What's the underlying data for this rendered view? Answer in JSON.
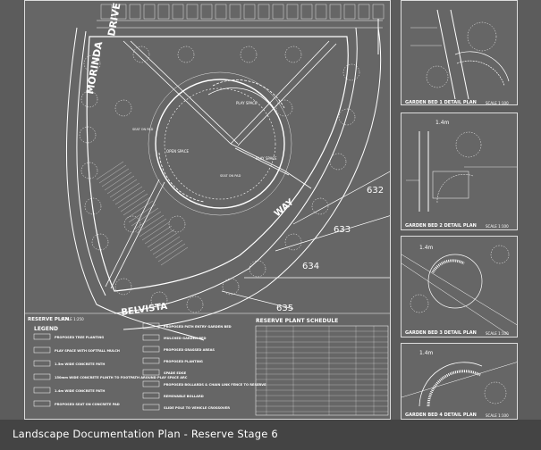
{
  "main_plan": {
    "streets": {
      "morinda": "MORINDA",
      "drive": "DRIVE",
      "way": "WAY",
      "belvista": "BELVISTA"
    },
    "areas": {
      "open_space": "OPEN SPACE",
      "play_space_1": "PLAY SPACE",
      "play_space_2": "PLAY SPACE",
      "seat_on_pad_1": "SEAT ON PAD",
      "seat_on_pad_2": "SEAT ON PAD"
    },
    "lots": [
      "632",
      "633",
      "634",
      "635"
    ],
    "plan_title": "RESERVE PLAN",
    "plan_scale": "SCALE 1:250"
  },
  "legend": {
    "title": "LEGEND",
    "col1": [
      "PROPOSED TREE PLANTING",
      "PLAY SPACE WITH SOFTFALL MULCH",
      "1.5m WIDE CONCRETE PATH",
      "150mm WIDE CONCRETE PLINTH TO FOOTPATH AROUND PLAY SPACE ARC",
      "1.4m WIDE CONCRETE PATH",
      "PROPOSED SEAT ON CONCRETE PAD"
    ],
    "col2": [
      "PROPOSED PATH ENTRY GARDEN BED",
      "MULCHED GARDEN BED",
      "PROPOSED GRASSED AREAS",
      "PROPOSED PLANTING",
      "SPADE EDGE",
      "PROPOSED BOLLARDS & CHAIN LINK FENCE TO RESERVE",
      "REMOVABLE BOLLARD",
      "SLIDE POLE TO VEHICLE CROSSOVER"
    ]
  },
  "schedule": {
    "title": "RESERVE PLANT SCHEDULE"
  },
  "details": [
    {
      "title": "GARDEN BED 1 DETAIL PLAN",
      "scale": "SCALE 1:100"
    },
    {
      "title": "GARDEN BED 2 DETAIL PLAN",
      "scale": "SCALE 1:100"
    },
    {
      "title": "GARDEN BED 3 DETAIL PLAN",
      "scale": "SCALE 1:100"
    },
    {
      "title": "GARDEN BED 4 DETAIL PLAN",
      "scale": "SCALE 1:100"
    }
  ],
  "detail_dims": {
    "d1": "1.4m",
    "d2": "1.4m",
    "d3": "1.4m"
  },
  "footer": {
    "title": "Landscape Documentation Plan - Reserve Stage 6"
  }
}
